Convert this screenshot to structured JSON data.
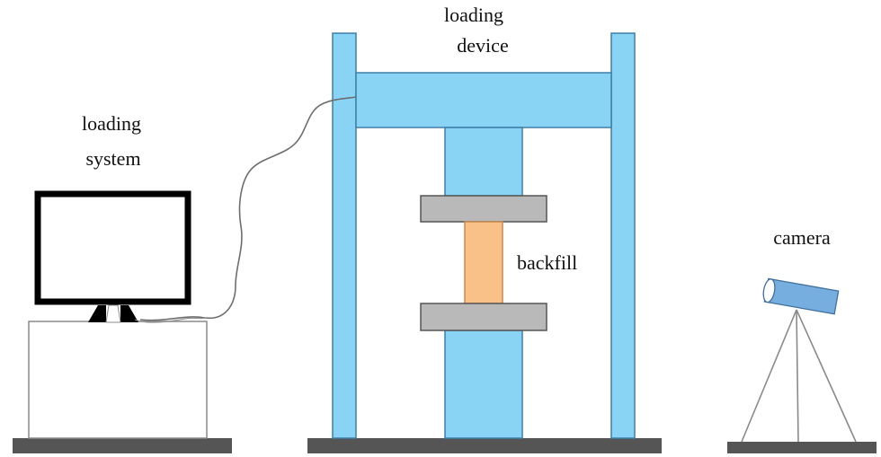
{
  "labels": {
    "loading_device_line1": "loading",
    "loading_device_line2": "device",
    "loading_system_line1": "loading",
    "loading_system_line2": "system",
    "backfill": "backfill",
    "camera": "camera"
  },
  "colors": {
    "frame_blue": "#89d4f5",
    "frame_stroke": "#3f7fa8",
    "platen_gray": "#b9b9b9",
    "platen_stroke": "#555555",
    "backfill_orange": "#f9c087",
    "backfill_stroke": "#c98c4e",
    "base_dark": "#555555",
    "monitor_black": "#000000",
    "camera_blue": "#77aee0",
    "line_gray": "#8a8a8a",
    "cable_gray": "#6e6e6e"
  },
  "icons": {
    "computer": "monitor-icon",
    "camera": "camera-icon",
    "tripod": "tripod-icon"
  }
}
